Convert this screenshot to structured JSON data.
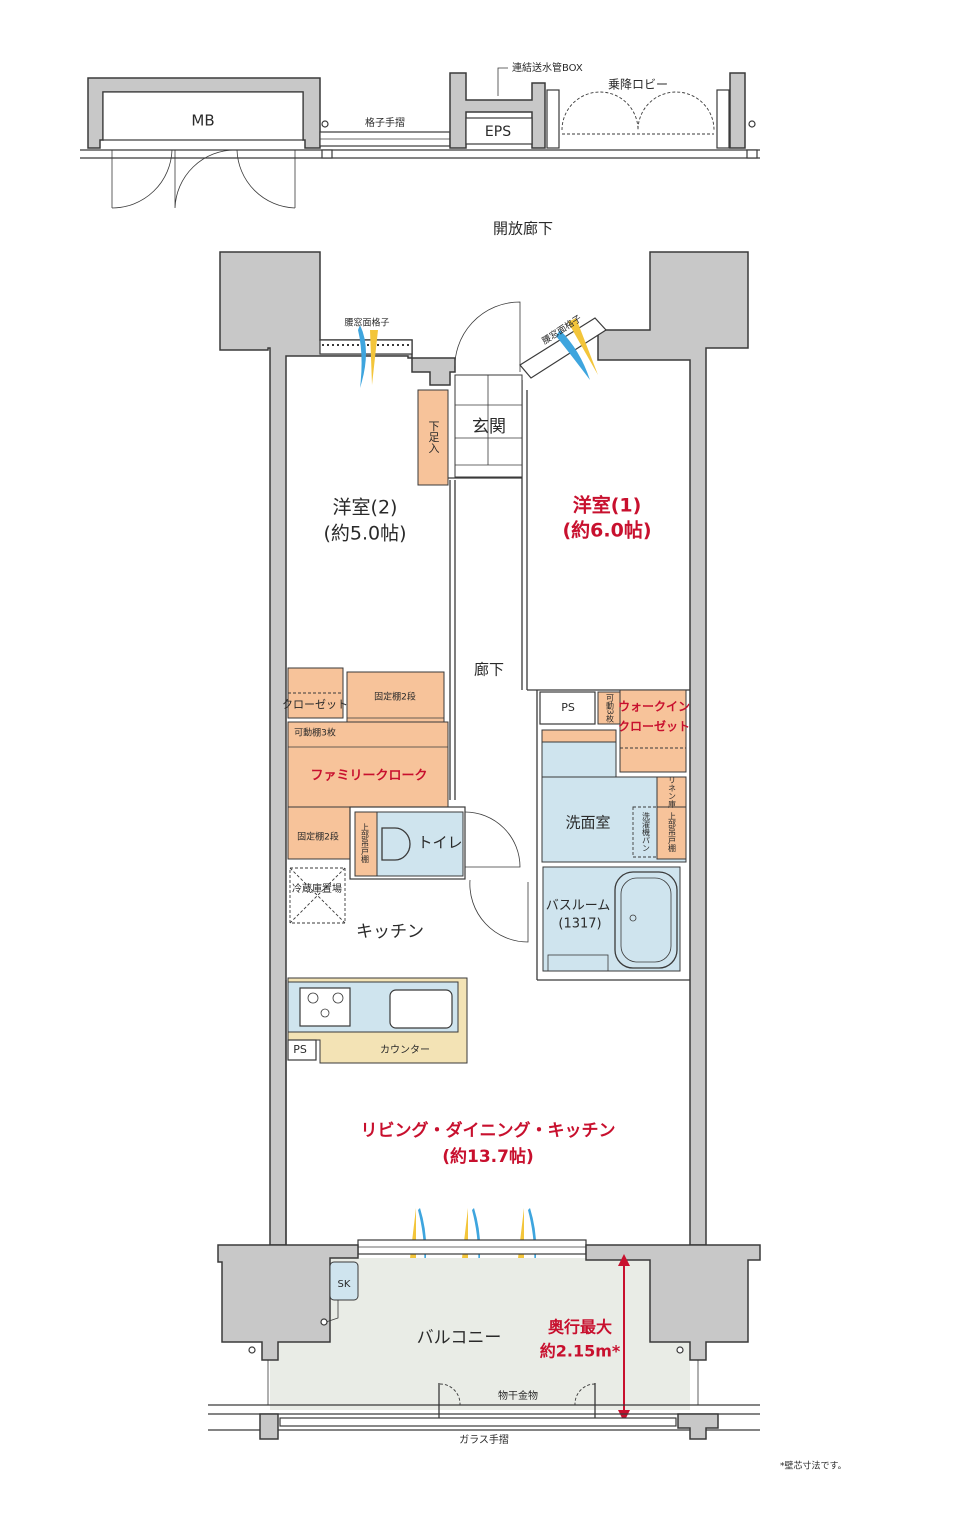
{
  "colors": {
    "wall": "#c8c8c8",
    "closet": "#f7c39a",
    "wet": "#cfe4ee",
    "balcony": "#e9ece6",
    "accent": "#c8102e",
    "counter": "#f3e3b5"
  },
  "top": {
    "mb": "MB",
    "lattice_rail": "格子手摺",
    "eps": "EPS",
    "standpipe_box": "連結送水管BOX",
    "elevator_lobby": "乗降ロビー",
    "open_corridor": "開放廊下"
  },
  "rooms": {
    "window_grille_left": "腰窓面格子",
    "window_grille_right": "腰窓面格子",
    "western2": "洋室(2)",
    "western2_size": "(約5.0帖)",
    "western1": "洋室(1)",
    "western1_size": "(約6.0帖)",
    "entrance": "玄関",
    "shoe_storage": "下足入",
    "hallway": "廊下",
    "closet": "クローゼット",
    "fixed_shelf_top": "固定棚2段",
    "movable_shelf": "可動棚3枚",
    "family_cloak": "ファミリークローク",
    "fixed_shelf_bottom": "固定棚2段",
    "toilet": "トイレ",
    "toilet_upper_cabinet": "上部吊戸棚",
    "fridge": "冷蔵庫置場",
    "kitchen": "キッチン",
    "ps_right": "PS",
    "wic_shelf": "可動3枚",
    "wic": "ウォークインクローゼット",
    "wic_line1": "ウォークイン",
    "wic_line2": "クローゼット",
    "washroom": "洗面室",
    "linen": "リネン庫",
    "washer_pan": "洗濯機パン",
    "wash_upper_cabinet": "上部吊戸棚",
    "bathroom": "バスルーム",
    "bathroom_size": "(1317)",
    "ps_left": "PS",
    "counter": "カウンター",
    "ldk": "リビング・ダイニング・キッチン",
    "ldk_size": "(約13.7帖)",
    "sk": "SK",
    "balcony": "バルコニー",
    "depth_label": "奥行最大",
    "depth_value": "約2.15m*",
    "drying_hardware": "物干金物",
    "glass_rail": "ガラス手摺"
  },
  "footnote": "*壁芯寸法です。"
}
